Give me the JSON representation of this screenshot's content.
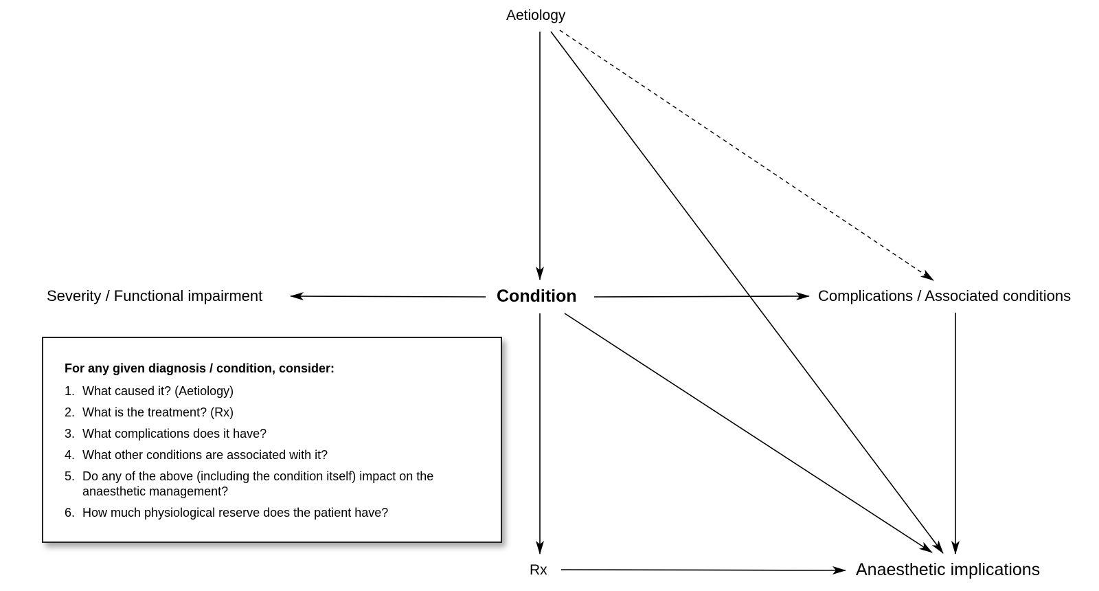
{
  "nodes": {
    "aetiology": "Aetiology",
    "condition": "Condition",
    "severity": "Severity / Functional impairment",
    "complications": "Complications / Associated conditions",
    "rx": "Rx",
    "anaesthetic": "Anaesthetic implications"
  },
  "box": {
    "heading": "For any given diagnosis / condition, consider:",
    "items": [
      {
        "num": "1.",
        "text": "What caused it? (Aetiology)"
      },
      {
        "num": "2.",
        "text": "What is the treatment? (Rx)"
      },
      {
        "num": "3.",
        "text": "What complications does it have?"
      },
      {
        "num": "4.",
        "text": "What other conditions are associated with it?"
      },
      {
        "num": "5.",
        "text": "Do any of the above (including the condition itself) impact on the anaesthetic management?"
      },
      {
        "num": "6.",
        "text": "How much physiological reserve does the patient have?"
      }
    ]
  },
  "colors": {
    "line": "#000000",
    "box_border": "#222222"
  }
}
